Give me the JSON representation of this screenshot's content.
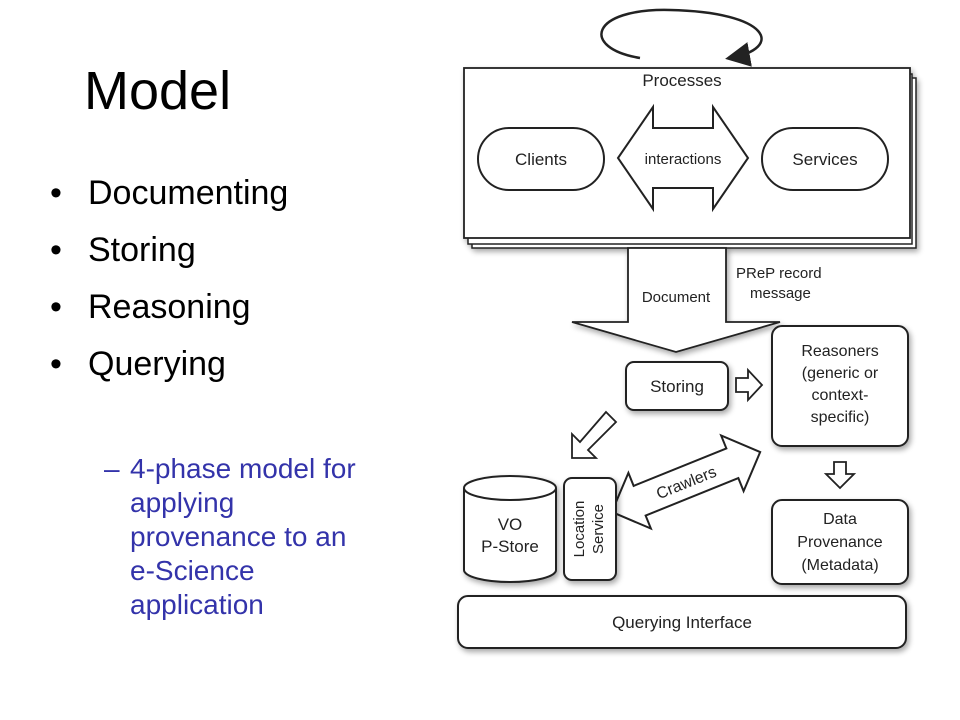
{
  "slide": {
    "title": "Model",
    "bullets": [
      "Documenting",
      "Storing",
      "Reasoning",
      "Querying"
    ],
    "sub_bullet": {
      "dash": "–",
      "lines": [
        "4-phase model for",
        "applying",
        "provenance to an",
        "e-Science",
        "application"
      ]
    }
  },
  "diagram": {
    "processes_label": "Processes",
    "clients_label": "Clients",
    "interactions_label": "interactions",
    "services_label": "Services",
    "document_label": "Document",
    "prep_lines": [
      "PReP record",
      "message"
    ],
    "storing_label": "Storing",
    "reasoners_lines": [
      "Reasoners",
      "(generic or",
      "context-",
      "specific)"
    ],
    "crawlers_label": "Crawlers",
    "vo_lines": [
      "VO",
      "P-Store"
    ],
    "location_lines": [
      "Location",
      "Service"
    ],
    "data_lines": [
      "Data",
      "Provenance",
      "(Metadata)"
    ],
    "querying_label": "Querying Interface"
  },
  "colors": {
    "title_text": "#000000",
    "sub_bullet_text": "#3333aa",
    "diagram_stroke": "#222222"
  }
}
